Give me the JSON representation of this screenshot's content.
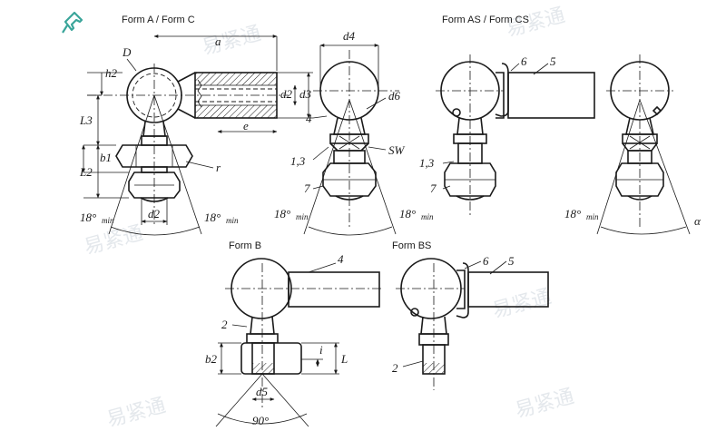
{
  "logo": {
    "icon": "pushpin-icon",
    "color": "#3aa59a"
  },
  "watermark": {
    "text": "易紧通",
    "color": "#cfd6de"
  },
  "views": {
    "form_a_c": {
      "title": "Form A / Form C",
      "labels": {
        "a": "a",
        "D": "D",
        "h2": "h2",
        "L3": "L3",
        "b1": "b1",
        "L2": "L2",
        "d2": "d2",
        "d3": "d3",
        "e": "e",
        "r": "r",
        "four": "4",
        "angle_left": "18°",
        "angle_right": "18°",
        "min": "min"
      }
    },
    "middle": {
      "labels": {
        "d4": "d4",
        "d6": "d6",
        "SW": "SW",
        "one_three": "1,3",
        "seven": "7",
        "four": "4",
        "angle_left": "18°",
        "angle_right": "18°",
        "min": "min"
      }
    },
    "form_as_cs": {
      "title": "Form AS / Form CS",
      "labels": {
        "six": "6",
        "five": "5",
        "one_three": "1,3",
        "seven": "7",
        "angle": "18°",
        "min": "min",
        "alpha": "α"
      }
    },
    "form_b": {
      "title": "Form B",
      "labels": {
        "four": "4",
        "two": "2",
        "b2": "b2",
        "i": "i",
        "L": "L",
        "d5": "d5",
        "angle": "90°"
      }
    },
    "form_bs": {
      "title": "Form BS",
      "labels": {
        "six": "6",
        "five": "5",
        "two": "2"
      }
    }
  }
}
